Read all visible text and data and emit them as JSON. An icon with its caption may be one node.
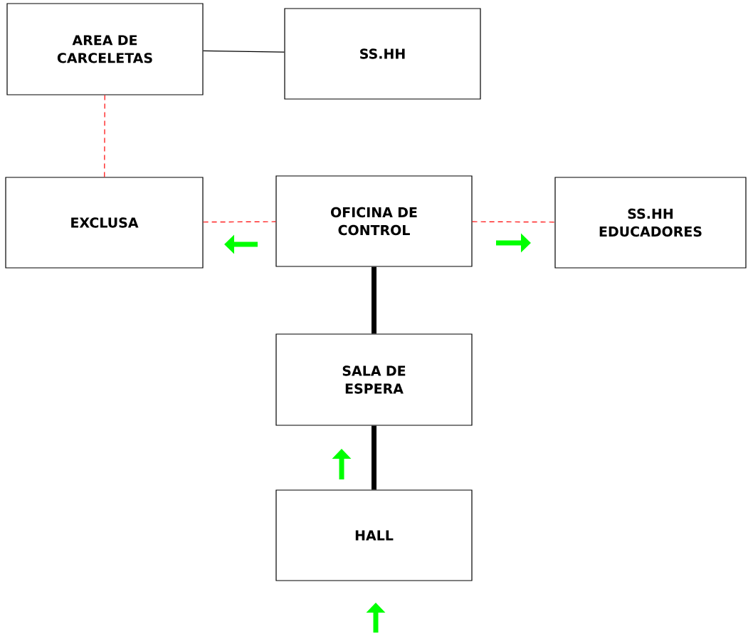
{
  "diagram": {
    "nodes": [
      {
        "text": [
          "AREA DE CARCELETAS"
        ]
      },
      {
        "text": [
          "SS.HH"
        ]
      },
      {
        "text": [
          "EXCLUSA"
        ]
      },
      {
        "text": [
          "OFICINA DE CONTROL"
        ]
      },
      {
        "text": [
          "SS.HH EDUCADORES"
        ]
      },
      {
        "text": [
          "SALA DE ESPERA"
        ]
      },
      {
        "text": [
          "HALL"
        ]
      }
    ],
    "edges": [
      {
        "from": 0,
        "to": 1,
        "arrow": "none"
      },
      {
        "from": 0,
        "to": 2,
        "arrow": "none",
        "style": "dashed",
        "color": "#ff0000"
      },
      {
        "from": 2,
        "to": 3,
        "arrow": "none",
        "style": "dashed",
        "color": "#ff0000"
      },
      {
        "from": 3,
        "to": 4,
        "arrow": "none",
        "style": "dashed",
        "color": "#ff0000"
      },
      {
        "from": 3,
        "to": 5,
        "arrow": "none",
        "style": "thick"
      },
      {
        "from": 5,
        "to": 6,
        "arrow": "none",
        "style": "thick"
      }
    ]
  }
}
